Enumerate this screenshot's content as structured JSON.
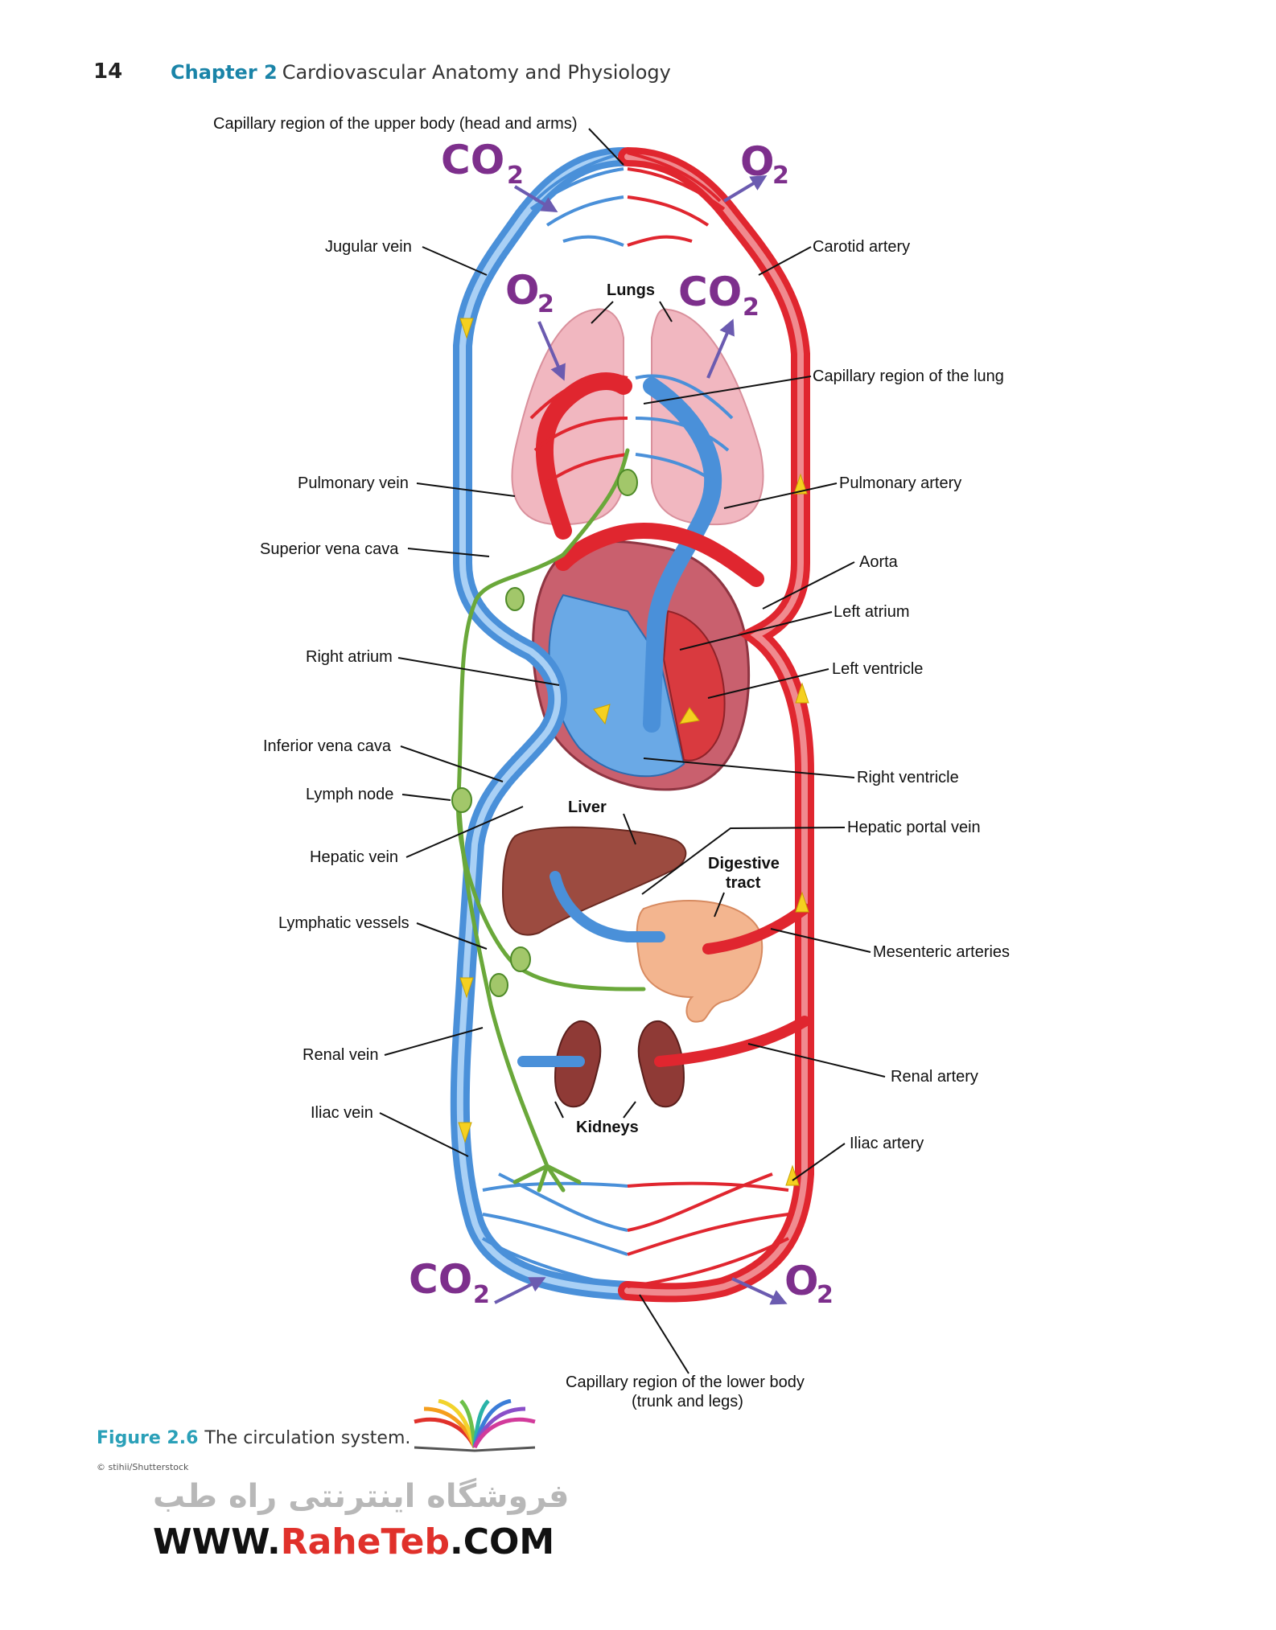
{
  "header": {
    "page_number": "14",
    "chapter_label": "Chapter 2",
    "chapter_title": "Cardiovascular Anatomy and Physiology"
  },
  "diagram": {
    "labels": {
      "cap_upper": "Capillary region of the upper body (head and arms)",
      "jugular_vein": "Jugular vein",
      "carotid_artery": "Carotid artery",
      "cap_lung": "Capillary region of the lung",
      "pulmonary_vein": "Pulmonary vein",
      "pulmonary_artery": "Pulmonary artery",
      "superior_vena_cava": "Superior vena cava",
      "aorta": "Aorta",
      "left_atrium": "Left atrium",
      "right_atrium": "Right atrium",
      "left_ventricle": "Left ventricle",
      "inferior_vena_cava": "Inferior vena cava",
      "right_ventricle": "Right ventricle",
      "lymph_node": "Lymph node",
      "hepatic_portal_vein": "Hepatic portal vein",
      "hepatic_vein": "Hepatic vein",
      "lymphatic_vessels": "Lymphatic vessels",
      "mesenteric_arteries": "Mesenteric arteries",
      "renal_vein": "Renal vein",
      "renal_artery": "Renal artery",
      "iliac_vein": "Iliac vein",
      "iliac_artery": "Iliac artery",
      "cap_lower_1": "Capillary region of the lower body",
      "cap_lower_2": "(trunk and legs)"
    },
    "organs": {
      "lungs": "Lungs",
      "liver": "Liver",
      "digestive_1": "Digestive",
      "digestive_2": "tract",
      "kidneys": "Kidneys"
    },
    "gases": {
      "co2_main": "CO",
      "co2_sub": "2",
      "o2_main": "O",
      "o2_sub": "2"
    },
    "colors": {
      "artery": "#e0262f",
      "vein": "#4a90d9",
      "lymph": "#6aa83a",
      "gas_arrow": "#6b5bb0",
      "gas_text": "#7d2f8c"
    }
  },
  "caption": {
    "figure": "Figure 2.6",
    "text": "The circulation system.",
    "credit": "© stihii/Shutterstock"
  },
  "watermark": {
    "persian": "فروشگاه اینترنتی راه طب",
    "url_pre": "WWW.",
    "url_mid": "RaheTeb",
    "url_post": ".COM"
  }
}
